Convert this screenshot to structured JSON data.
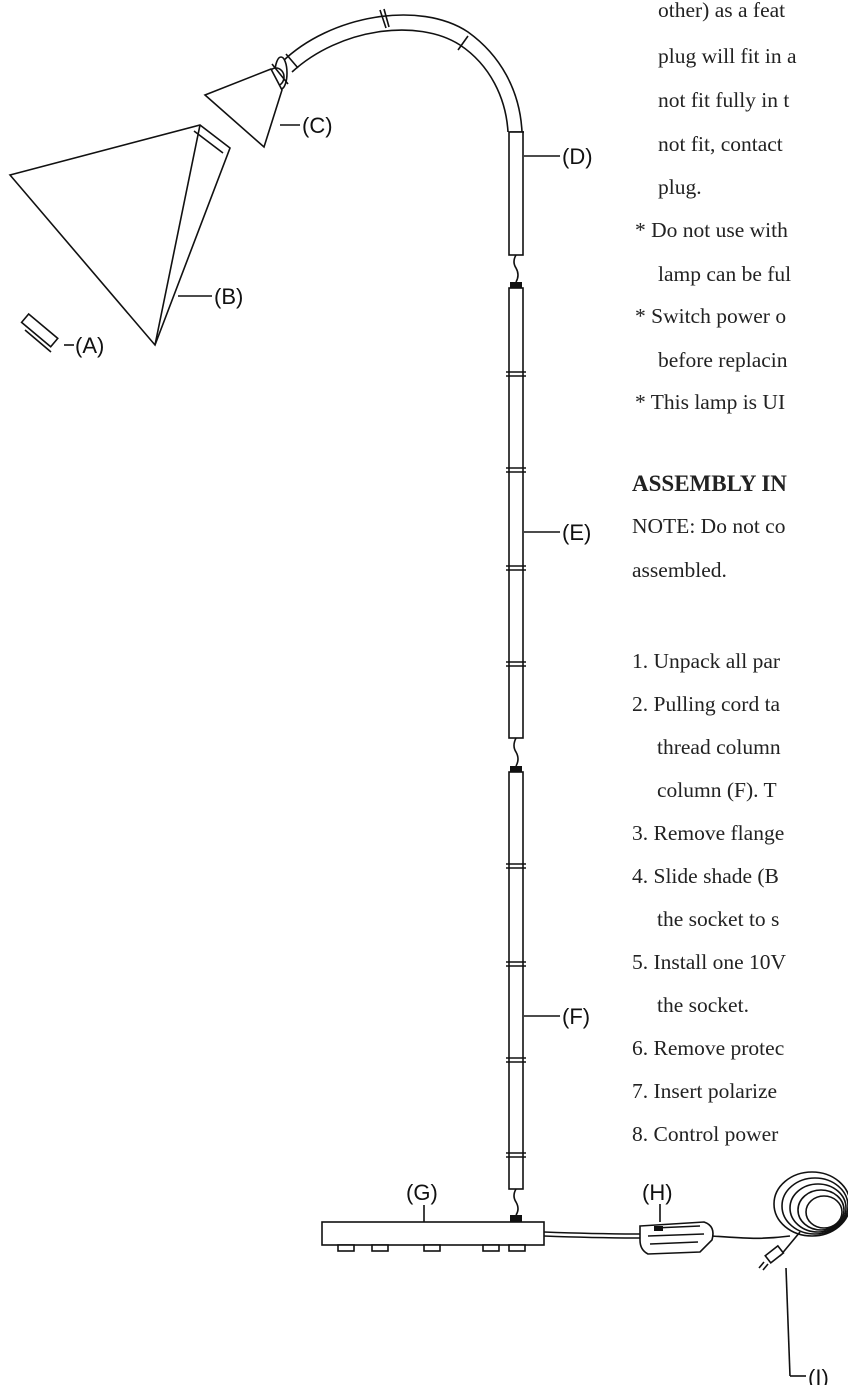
{
  "part_labels": {
    "a": "(A)",
    "b": "(B)",
    "c": "(C)",
    "d": "(D)",
    "e": "(E)",
    "f": "(F)",
    "g": "(G)",
    "h": "(H)",
    "i": "(I)"
  },
  "text_lines": {
    "l01": "other) as a feat",
    "l02": "plug will fit in a",
    "l03": "not fit fully in t",
    "l04": "not fit, contact",
    "l05": "plug.",
    "l06": "* Do not use with",
    "l07": "lamp can be ful",
    "l08": "* Switch power o",
    "l09": "before replacin",
    "l10": "* This lamp is UI",
    "heading": "ASSEMBLY IN",
    "note1": "NOTE: Do not co",
    "note2": "assembled.",
    "s1": "1. Unpack all par",
    "s2a": "2. Pulling cord ta",
    "s2b": "thread column",
    "s2c": "column (F).  T",
    "s3": "3. Remove flange",
    "s4a": "4. Slide shade (B",
    "s4b": "the socket to s",
    "s5a": "5. Install one 10V",
    "s5b": "the socket.",
    "s6": "6. Remove protec",
    "s7": "7. Insert polarize",
    "s8": "8. Control power"
  }
}
